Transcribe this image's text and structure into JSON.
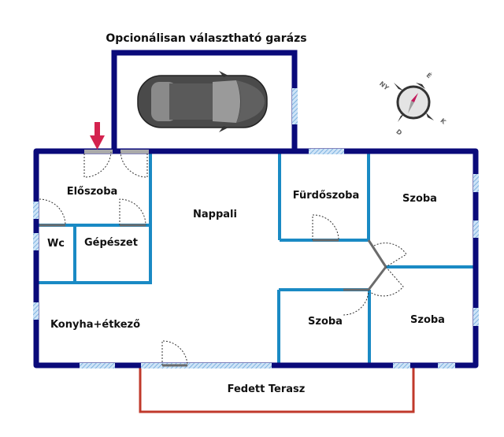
{
  "title": "Opcionálisan választható garázs",
  "rooms": {
    "eloszoba": "Előszoba",
    "wc": "Wc",
    "gepeszet": "Gépészet",
    "nappali": "Nappali",
    "furdoszoba": "Fürdőszoba",
    "szoba_ne": "Szoba",
    "szoba_mid": "Szoba",
    "szoba_se": "Szoba",
    "konyha": "Konyha+étkező",
    "terasz": "Fedett Terasz"
  },
  "compass": {
    "north": "É",
    "east": "K",
    "south": "D",
    "west": "NY"
  },
  "colors": {
    "outer_wall": "#0a0a7a",
    "inner_wall": "#1a8ac4",
    "window": "#a9cfee",
    "terrace": "#c0392b",
    "entry_arrow": "#d4234f",
    "door": "#6b6b6b"
  }
}
